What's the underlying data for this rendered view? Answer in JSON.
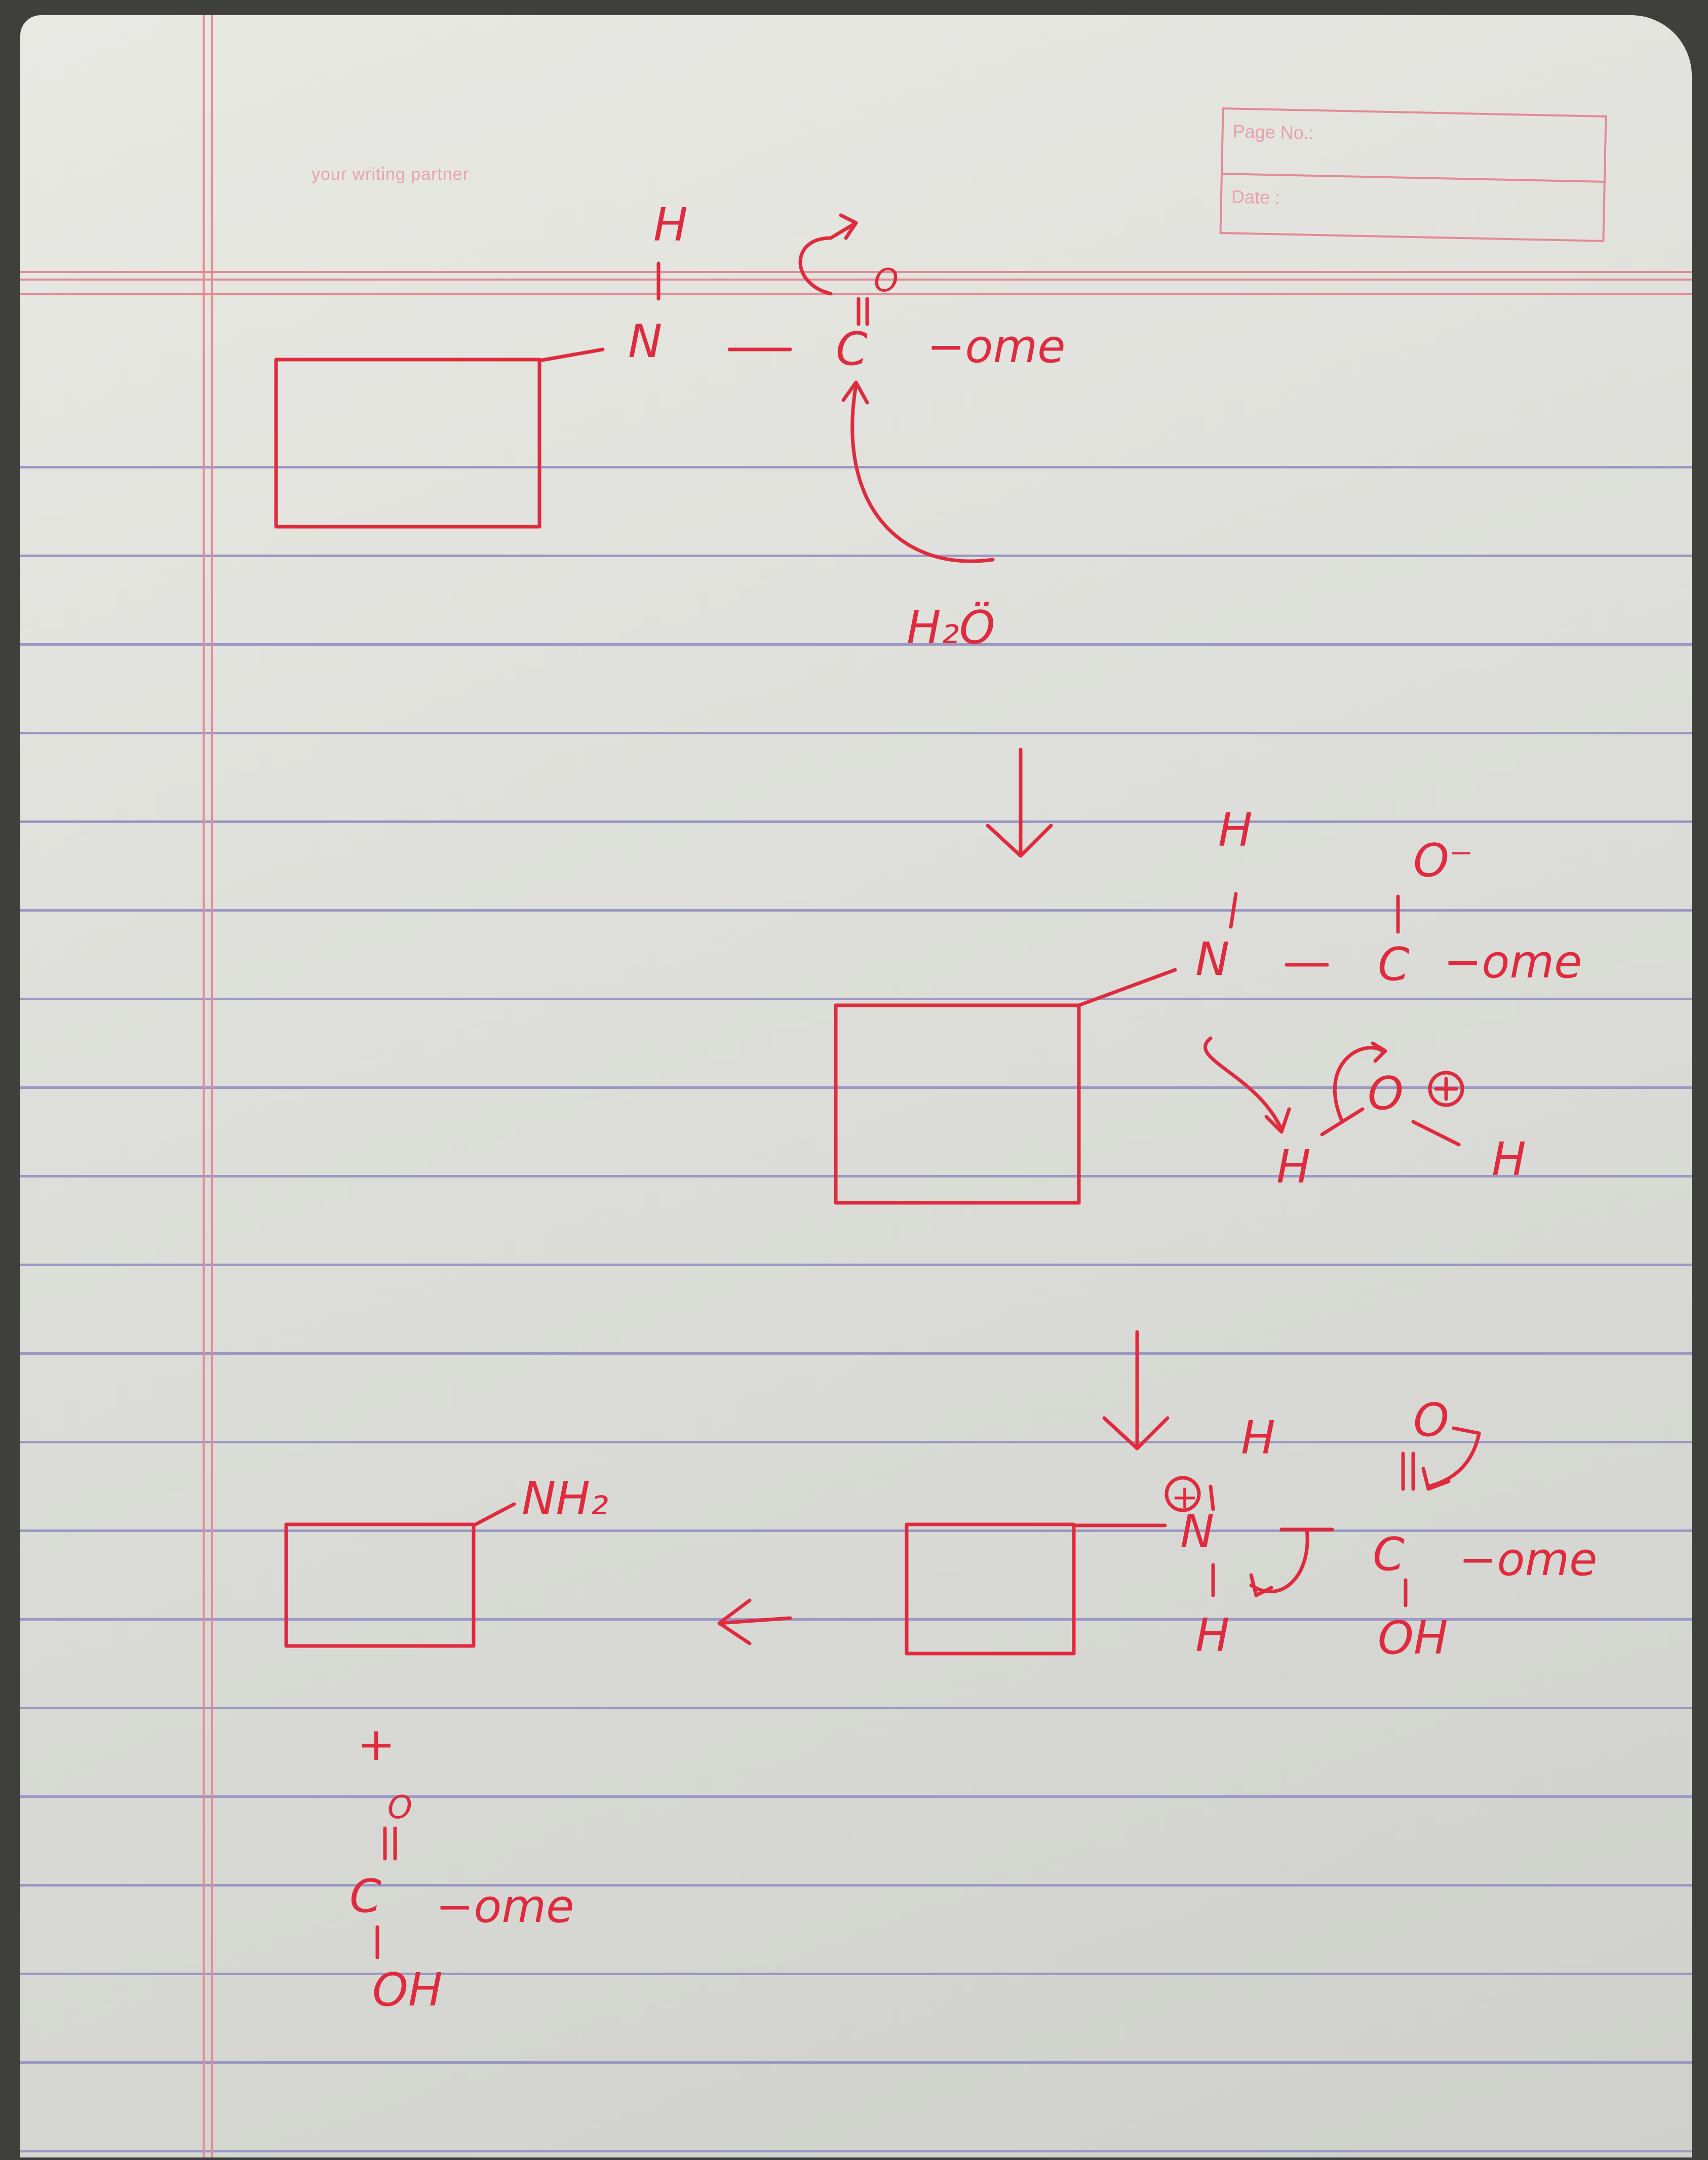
{
  "notebook": {
    "brand_text": "your writing partner",
    "page_no_label": "Page No.:",
    "date_label": "Date :",
    "ink_color": "#e02a3e",
    "rule_color": "#9c98c4",
    "margin_color": "#e48a94"
  },
  "step1": {
    "h_top": "H",
    "n": "N",
    "c": "C",
    "o": "O",
    "ome": "−ome",
    "water": "H₂Ö"
  },
  "step2": {
    "h_top": "H",
    "n": "N",
    "c": "C",
    "o_minus": "O⁻",
    "ome": "−ome",
    "hydronium_o": "O",
    "h_left": "H",
    "h_right": "H"
  },
  "step3": {
    "h_top": "H",
    "plus": "+",
    "n": "N",
    "h_bottom": "H",
    "c": "C",
    "o_top": "O",
    "ome": "−ome",
    "oh": "OH"
  },
  "products": {
    "nh2": "NH₂",
    "plus": "+",
    "o": "O",
    "c": "C",
    "ome": "−ome",
    "oh": "OH"
  }
}
